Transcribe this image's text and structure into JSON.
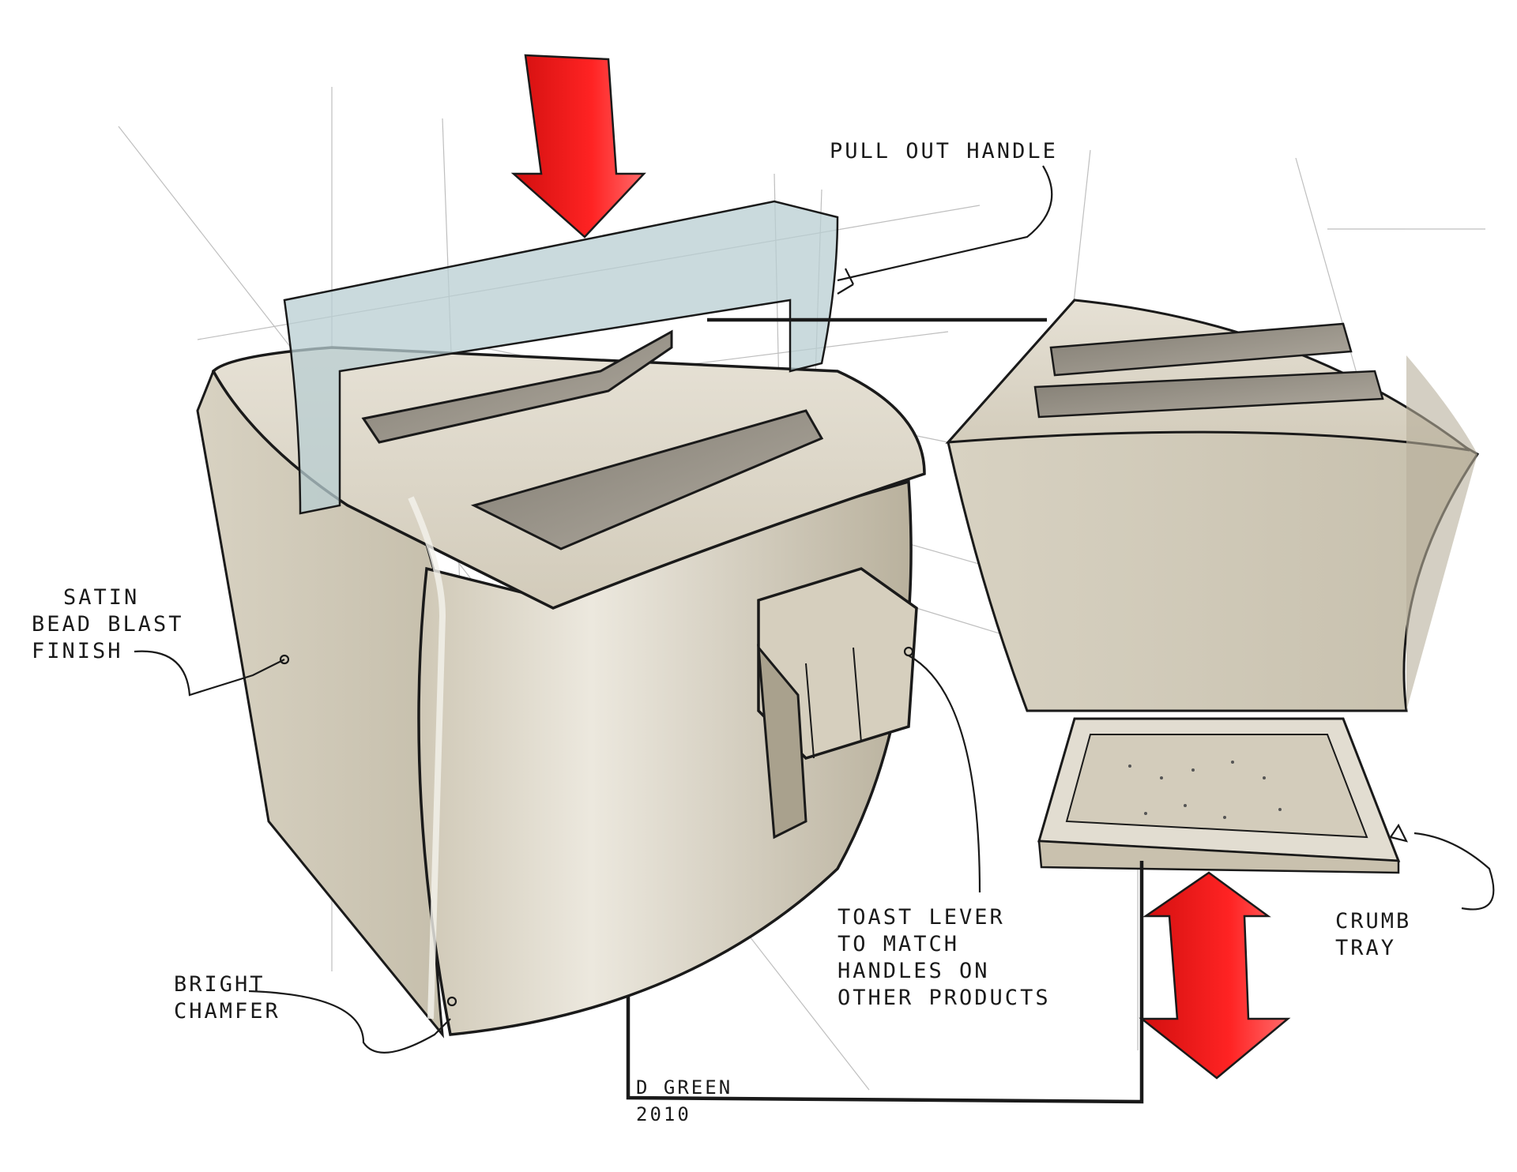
{
  "annotations": {
    "pullout_handle": "PULL OUT HANDLE",
    "satin_finish": [
      "SATIN",
      "BEAD BLAST",
      "FINISH"
    ],
    "bright_chamfer": [
      "BRIGHT",
      "CHAMFER"
    ],
    "toast_lever": [
      "TOAST LEVER",
      "TO MATCH",
      "HANDLES ON",
      "OTHER PRODUCTS"
    ],
    "crumb_tray": [
      "CRUMB",
      "TRAY"
    ]
  },
  "signature": {
    "name": "D GREEN",
    "year": "2010"
  },
  "colors": {
    "body": "#d9d3c4",
    "body_shade": "#bdb5a2",
    "slot": "#8f8a80",
    "handle": "#b8cdd2",
    "arrow": "#f21d1d",
    "ink": "#1a1a1a"
  }
}
